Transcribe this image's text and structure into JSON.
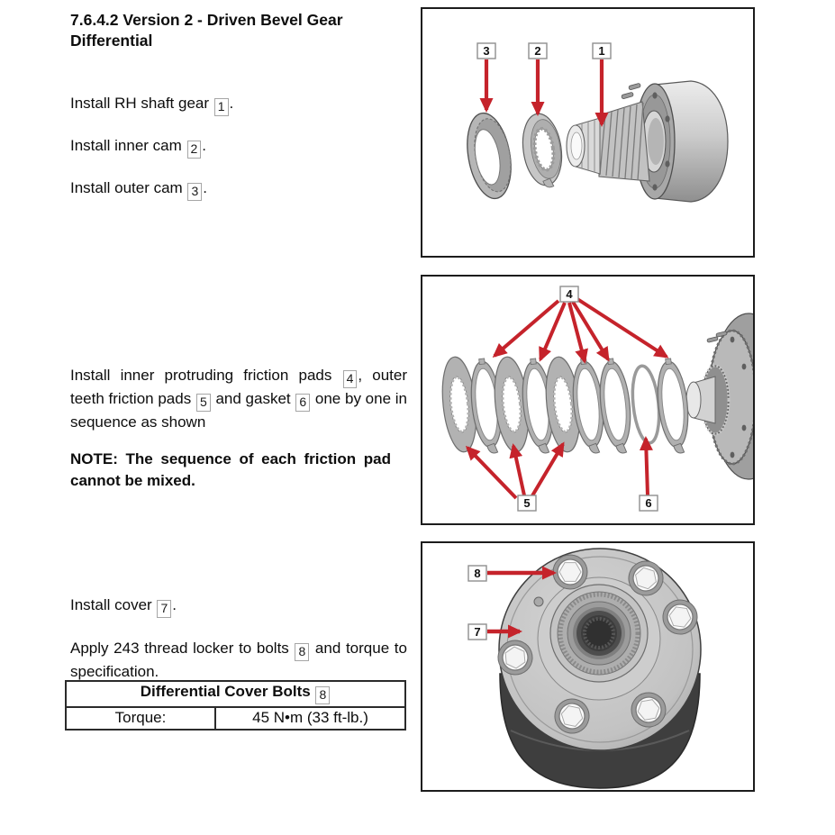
{
  "doc": {
    "heading": "7.6.4.2 Version 2 - Driven Bevel Gear Differential",
    "steps": [
      {
        "pre": "Install RH shaft gear ",
        "ref": "1",
        "post": "."
      },
      {
        "pre": "Install inner cam ",
        "ref": "2",
        "post": "."
      },
      {
        "pre": "Install outer cam ",
        "ref": "3",
        "post": "."
      }
    ],
    "sequence": {
      "seg1": "Install inner protruding friction pads ",
      "ref1": "4",
      "seg2": ", outer teeth friction pads ",
      "ref2": "5",
      "seg3": " and gasket ",
      "ref3": "6",
      "seg4": " one by one in sequence as shown"
    },
    "note": "NOTE: The sequence of each friction pad cannot be mixed.",
    "cover": {
      "pre": "Install cover ",
      "ref": "7",
      "post": "."
    },
    "bolts": {
      "seg1": "Apply 243 thread locker to bolts ",
      "ref": "8",
      "seg2": " and torque to specification."
    },
    "table": {
      "title": "Differential Cover Bolts",
      "title_ref": "8",
      "row_label": "Torque:",
      "row_value": "45 N•m (33 ft-lb.)"
    },
    "figures": {
      "fig1": {
        "labels": {
          "l3": "3",
          "l2": "2",
          "l1": "1"
        }
      },
      "fig2": {
        "labels": {
          "l4": "4",
          "l5": "5",
          "l6": "6"
        }
      },
      "fig3": {
        "labels": {
          "l8": "8",
          "l7": "7"
        }
      }
    },
    "colors": {
      "arrow_red": "#c5232b",
      "figure_border": "#1c1c1c",
      "part_gray": "#b2b2b2",
      "drum_dark": "#3d3d3d",
      "text": "#0d0d0d"
    }
  }
}
